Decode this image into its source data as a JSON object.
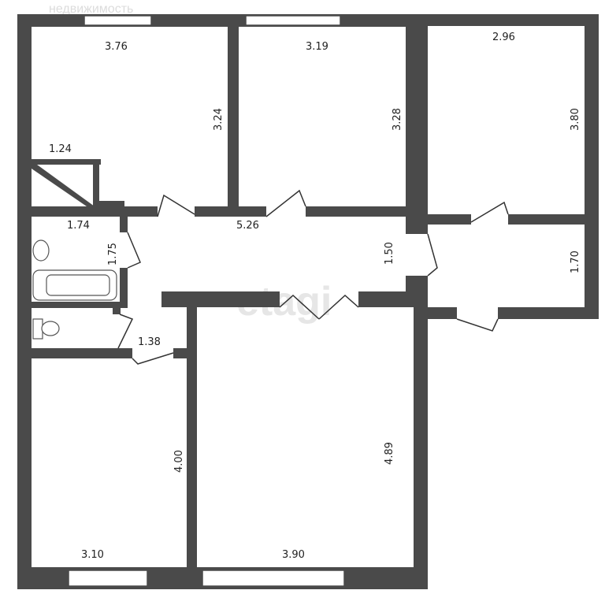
{
  "watermarks": {
    "brand": "etagi",
    "site": "недвижимость"
  },
  "dimensions": {
    "room_top_left_width": "3.76",
    "room_top_left_height": "3.24",
    "room_top_mid_width": "3.19",
    "room_top_mid_height": "3.28",
    "room_top_right_width": "2.96",
    "room_top_right_height": "3.80",
    "closet_width": "1.24",
    "bathroom_width": "1.74",
    "bathroom_height": "1.75",
    "corridor_length": "5.26",
    "corridor_width": "1.50",
    "hall_right_height": "1.70",
    "toilet_width": "1.38",
    "room_bottom_left_width": "3.10",
    "room_bottom_left_height": "4.00",
    "room_bottom_mid_width": "3.90",
    "room_bottom_mid_height": "4.89"
  },
  "colors": {
    "wall": "#4a4a4a",
    "background": "#ffffff"
  }
}
